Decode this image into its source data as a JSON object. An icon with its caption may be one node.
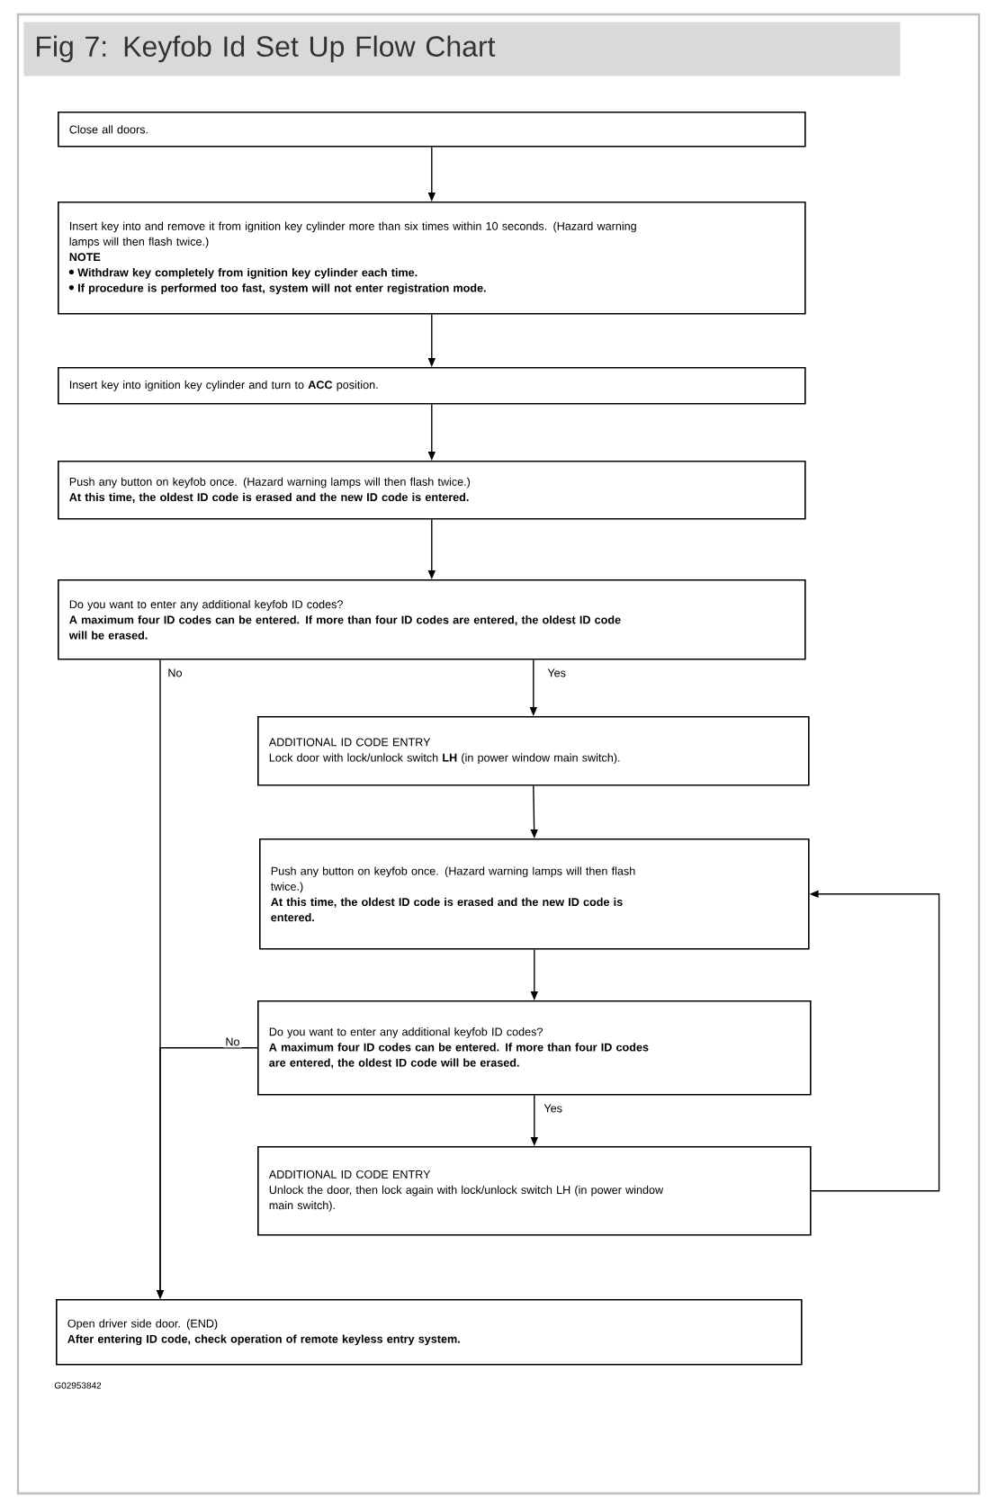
{
  "diagram": {
    "title": "Fig 7: Keyfob Id Set Up Flow Chart",
    "nodes": [
      {
        "text": [
          "Close all doors."
        ]
      },
      {
        "text": [
          "Insert key into and remove it from ignition key cylinder more than six times within 10 seconds. (Hazard warning lamps will then flash twice.)",
          "NOTE",
          "Withdraw key completely from ignition key cylinder each time.",
          "If procedure is performed too fast, system will not enter registration mode."
        ]
      },
      {
        "text": [
          "Insert key into ignition key cylinder and turn to **ACC** position."
        ]
      },
      {
        "text": [
          "Push any button on keyfob once. (Hazard warning lamps will then flash twice.)",
          "At this time, the oldest ID code is erased and the new ID code is entered."
        ]
      },
      {
        "text": [
          "Do you want to enter any additional keyfob ID codes?",
          "A maximum four ID codes can be entered. If more than four ID codes are entered, the oldest ID code will be erased."
        ]
      },
      {
        "text": [
          "ADDITIONAL ID CODE ENTRY",
          "Lock door with lock/unlock switch **LH** (in power window main switch)."
        ]
      },
      {
        "text": [
          "Push any button on keyfob once. (Hazard warning lamps will then flash twice.)",
          "At this time, the oldest ID code is erased and the new ID code is entered."
        ]
      },
      {
        "text": [
          "Do you want to enter any additional keyfob ID codes?",
          "A maximum four ID codes can be entered. If more than four ID codes are entered, the oldest ID code will be erased."
        ]
      },
      {
        "text": [
          "ADDITIONAL ID CODE ENTRY",
          "Unlock the door, then lock again with lock/unlock switch LH (in power window main switch)."
        ]
      },
      {
        "text": [
          "Open driver side door. (END)",
          "After entering ID code, check operation of remote keyless entry system."
        ]
      }
    ],
    "edges": [
      {
        "from": 0,
        "to": 1,
        "arrow": "to"
      },
      {
        "from": 1,
        "to": 2,
        "arrow": "to"
      },
      {
        "from": 2,
        "to": 3,
        "arrow": "to"
      },
      {
        "from": 3,
        "to": 4,
        "arrow": "to"
      },
      {
        "from": 4,
        "to": 5,
        "arrow": "to",
        "label": "Yes"
      },
      {
        "from": 4,
        "to": 9,
        "arrow": "to",
        "label": "No"
      },
      {
        "from": 5,
        "to": 6,
        "arrow": "to"
      },
      {
        "from": 6,
        "to": 7,
        "arrow": "to"
      },
      {
        "from": 7,
        "to": 8,
        "arrow": "to",
        "label": "Yes"
      },
      {
        "from": 7,
        "to": 9,
        "arrow": "to",
        "label": "No"
      },
      {
        "from": 8,
        "to": 6,
        "arrow": "to"
      }
    ],
    "labels": [
      "G02953842"
    ]
  }
}
